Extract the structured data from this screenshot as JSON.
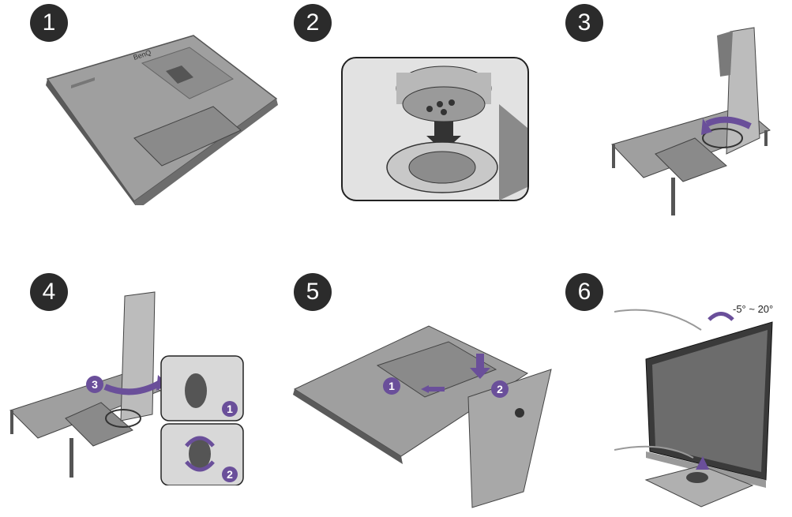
{
  "steps": [
    "1",
    "2",
    "3",
    "4",
    "5",
    "6"
  ],
  "callouts": {
    "step4_rotate": "3",
    "step4_detail_a": "1",
    "step4_detail_b": "2",
    "step5_a": "1",
    "step5_b": "2"
  },
  "brand_label": "BenQ",
  "tilt_range": "-5° ~ 20°",
  "colors": {
    "accent": "#6a4f9a",
    "monitor": "#9c9c9c",
    "dark": "#3a3a3a",
    "light": "#d6d6d6"
  }
}
